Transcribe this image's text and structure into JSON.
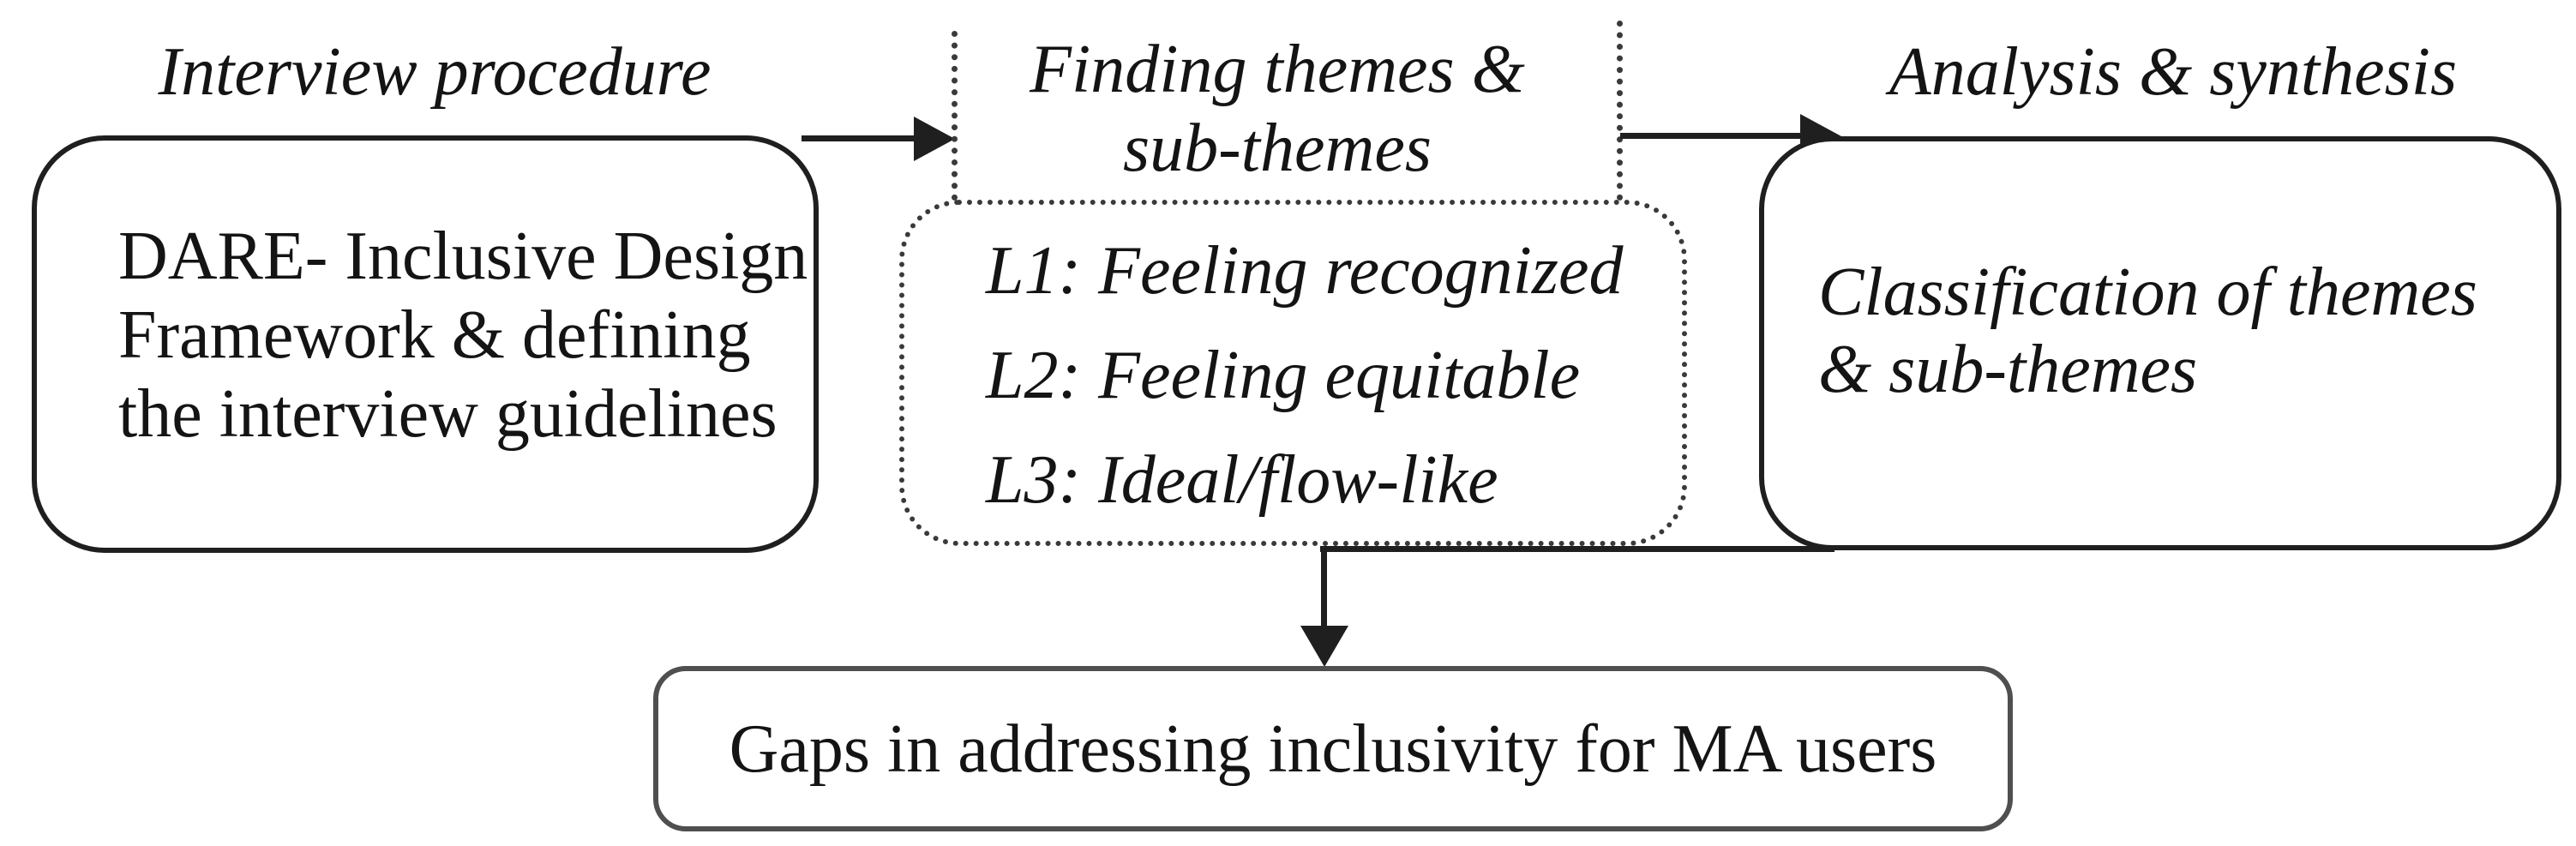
{
  "figure": {
    "columns": [
      {
        "heading": "Interview procedure",
        "box_lines": [
          "DARE- Inclusive Design",
          "Framework & defining",
          "the interview guidelines"
        ]
      },
      {
        "heading_lines": [
          "Finding themes &",
          "sub-themes"
        ],
        "items": [
          "L1: Feeling recognized",
          "L2: Feeling equitable",
          "L3: Ideal/flow-like"
        ]
      },
      {
        "heading": "Analysis & synthesis",
        "box_lines": [
          "Classification of themes",
          "& sub-themes"
        ]
      }
    ],
    "result": "Gaps in addressing inclusivity for MA users",
    "colors": {
      "stroke": "#1f1f1f",
      "dotted": "#3a3a3a",
      "result_border": "#4f4f4f",
      "text": "#141414",
      "background": "#ffffff"
    }
  }
}
